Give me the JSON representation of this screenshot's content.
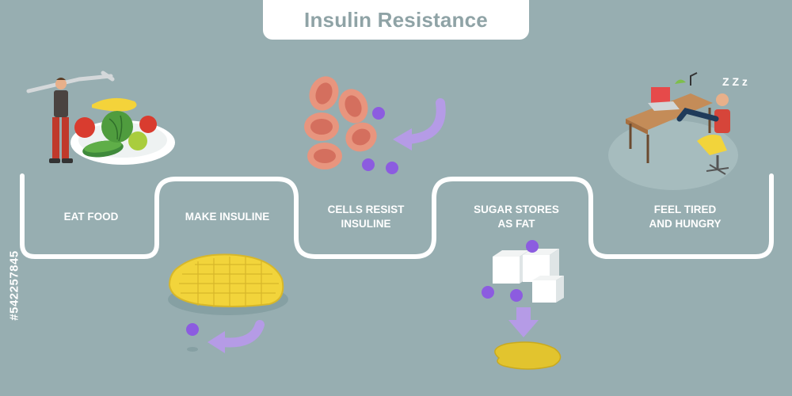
{
  "title": "Insulin Resistance",
  "steps": [
    {
      "label": "EAT FOOD"
    },
    {
      "label": "MAKE INSULINE"
    },
    {
      "label": "CELLS RESIST\nINSULINE"
    },
    {
      "label": "SUGAR STORES\nAS FAT"
    },
    {
      "label": "FEEL TIRED\nAND HUNGRY"
    }
  ],
  "watermark": "#542257845",
  "sleep_text": "Z Z z",
  "colors": {
    "background": "#97aeb1",
    "path": "#ffffff",
    "arrow": "#b59be6",
    "insulin_dot": "#8c5ce0",
    "pancreas": "#f2d43b",
    "cell": "#e8957e",
    "fat": "#e2c42e"
  }
}
